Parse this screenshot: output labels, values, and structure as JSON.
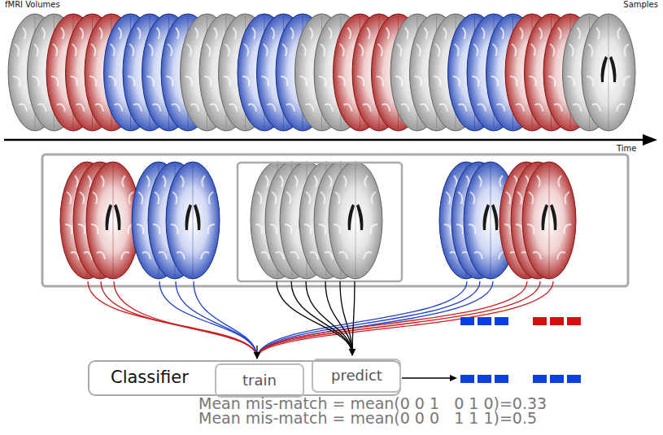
{
  "diagram": {
    "nodes": [
      {
        "text": [
          "Classifier"
        ]
      },
      {
        "text": [
          "train"
        ],
        "in": 0
      },
      {
        "text": [
          "predict"
        ],
        "in": 0
      }
    ],
    "labels": [
      "fMRI Volumes",
      "Samples",
      "Time",
      "Mean mis-match = mean(0 0 1   0 1 0)=0.33",
      "Mean mis-match = mean(0 0 0   1 1 1)=0.5"
    ]
  }
}
